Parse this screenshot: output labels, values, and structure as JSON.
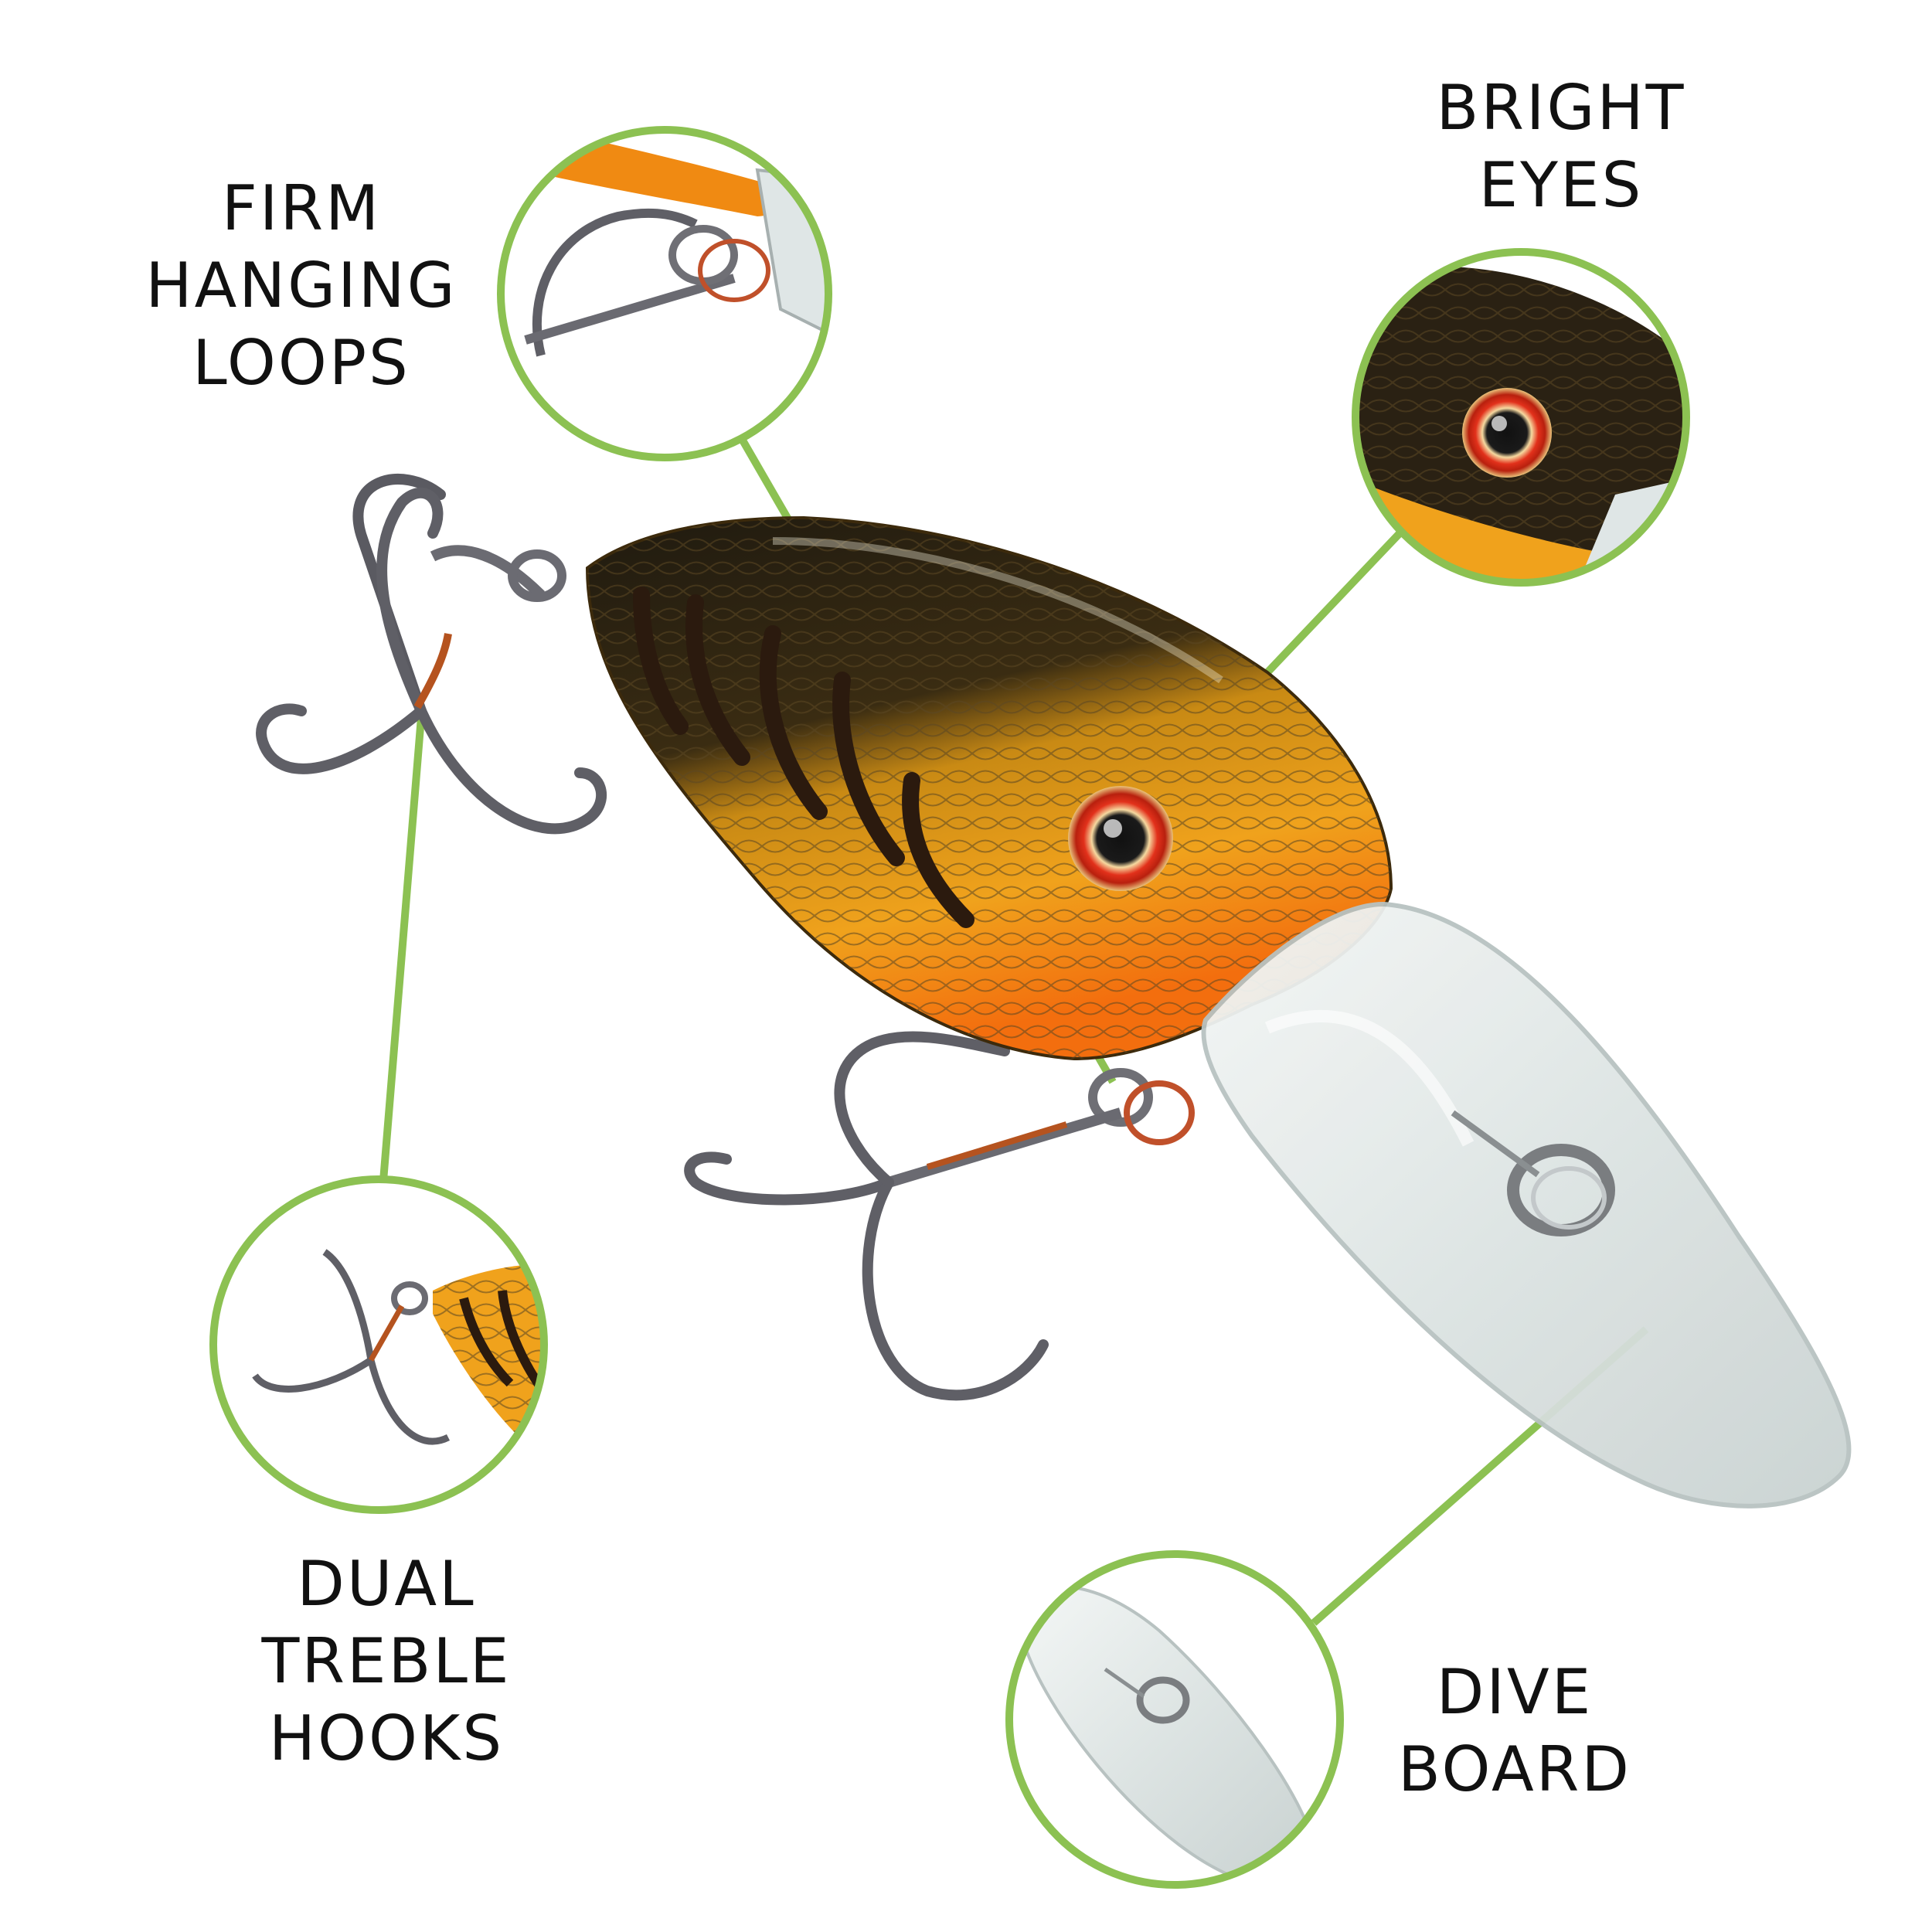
{
  "accent_color": "#8cc152",
  "callouts": {
    "loops": {
      "line1": "FIRM",
      "line2": "HANGING",
      "line3": "LOOPS"
    },
    "eyes": {
      "line1": "BRIGHT",
      "line2": "EYES"
    },
    "hooks": {
      "line1": "DUAL",
      "line2": "TREBLE",
      "line3": "HOOKS"
    },
    "board": {
      "line1": "DIVE",
      "line2": "BOARD"
    }
  },
  "illustration": {
    "subject": "crankbait-fishing-lure",
    "colors": {
      "back": "#2a2113",
      "belly": "#f28a12",
      "flank": "#e8a020",
      "stripe": "#2b1a0e",
      "lip": "#dfe6e6",
      "metal": "#6f6f75",
      "eye_ring": "#e2311b"
    }
  }
}
